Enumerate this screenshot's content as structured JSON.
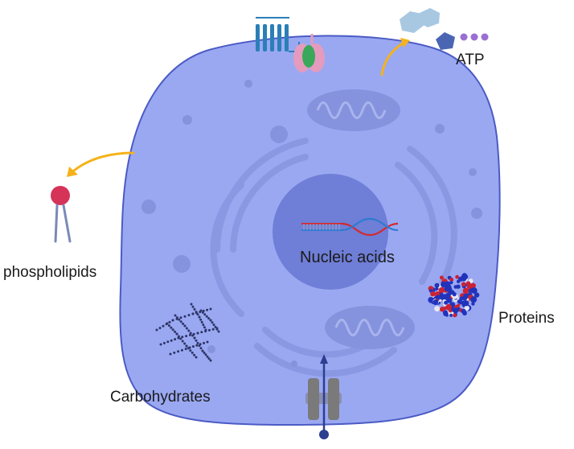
{
  "labels": {
    "nucleic_acids": "Nucleic acids",
    "atp": "ATP",
    "phospholipids": "phospholipids",
    "proteins": "Proteins",
    "carbohydrates": "Carbohydrates"
  },
  "colors": {
    "cell_fill": "#9aa8f2",
    "cell_stroke": "#4b5bc4",
    "nucleus": "#6f7ed6",
    "organelle": "#8593de",
    "arrow": "#f5b21a",
    "phospholipid_head": "#d63358",
    "phospholipid_tail": "#7a8ab8",
    "receptor": "#2a7fb8",
    "channel": "#7a7a7a",
    "dna_red": "#d4282e",
    "dna_blue": "#2b7bd1",
    "atp_hexagon": "#a8c8e2",
    "atp_pentagon": "#4a66b3",
    "atp_phosphate": "#9a6fd1",
    "carbohydrate_dots": "#2c3566",
    "protein_blue": "#2233bb",
    "protein_red": "#cc2233",
    "transport_arrow": "#2c3e8f"
  }
}
